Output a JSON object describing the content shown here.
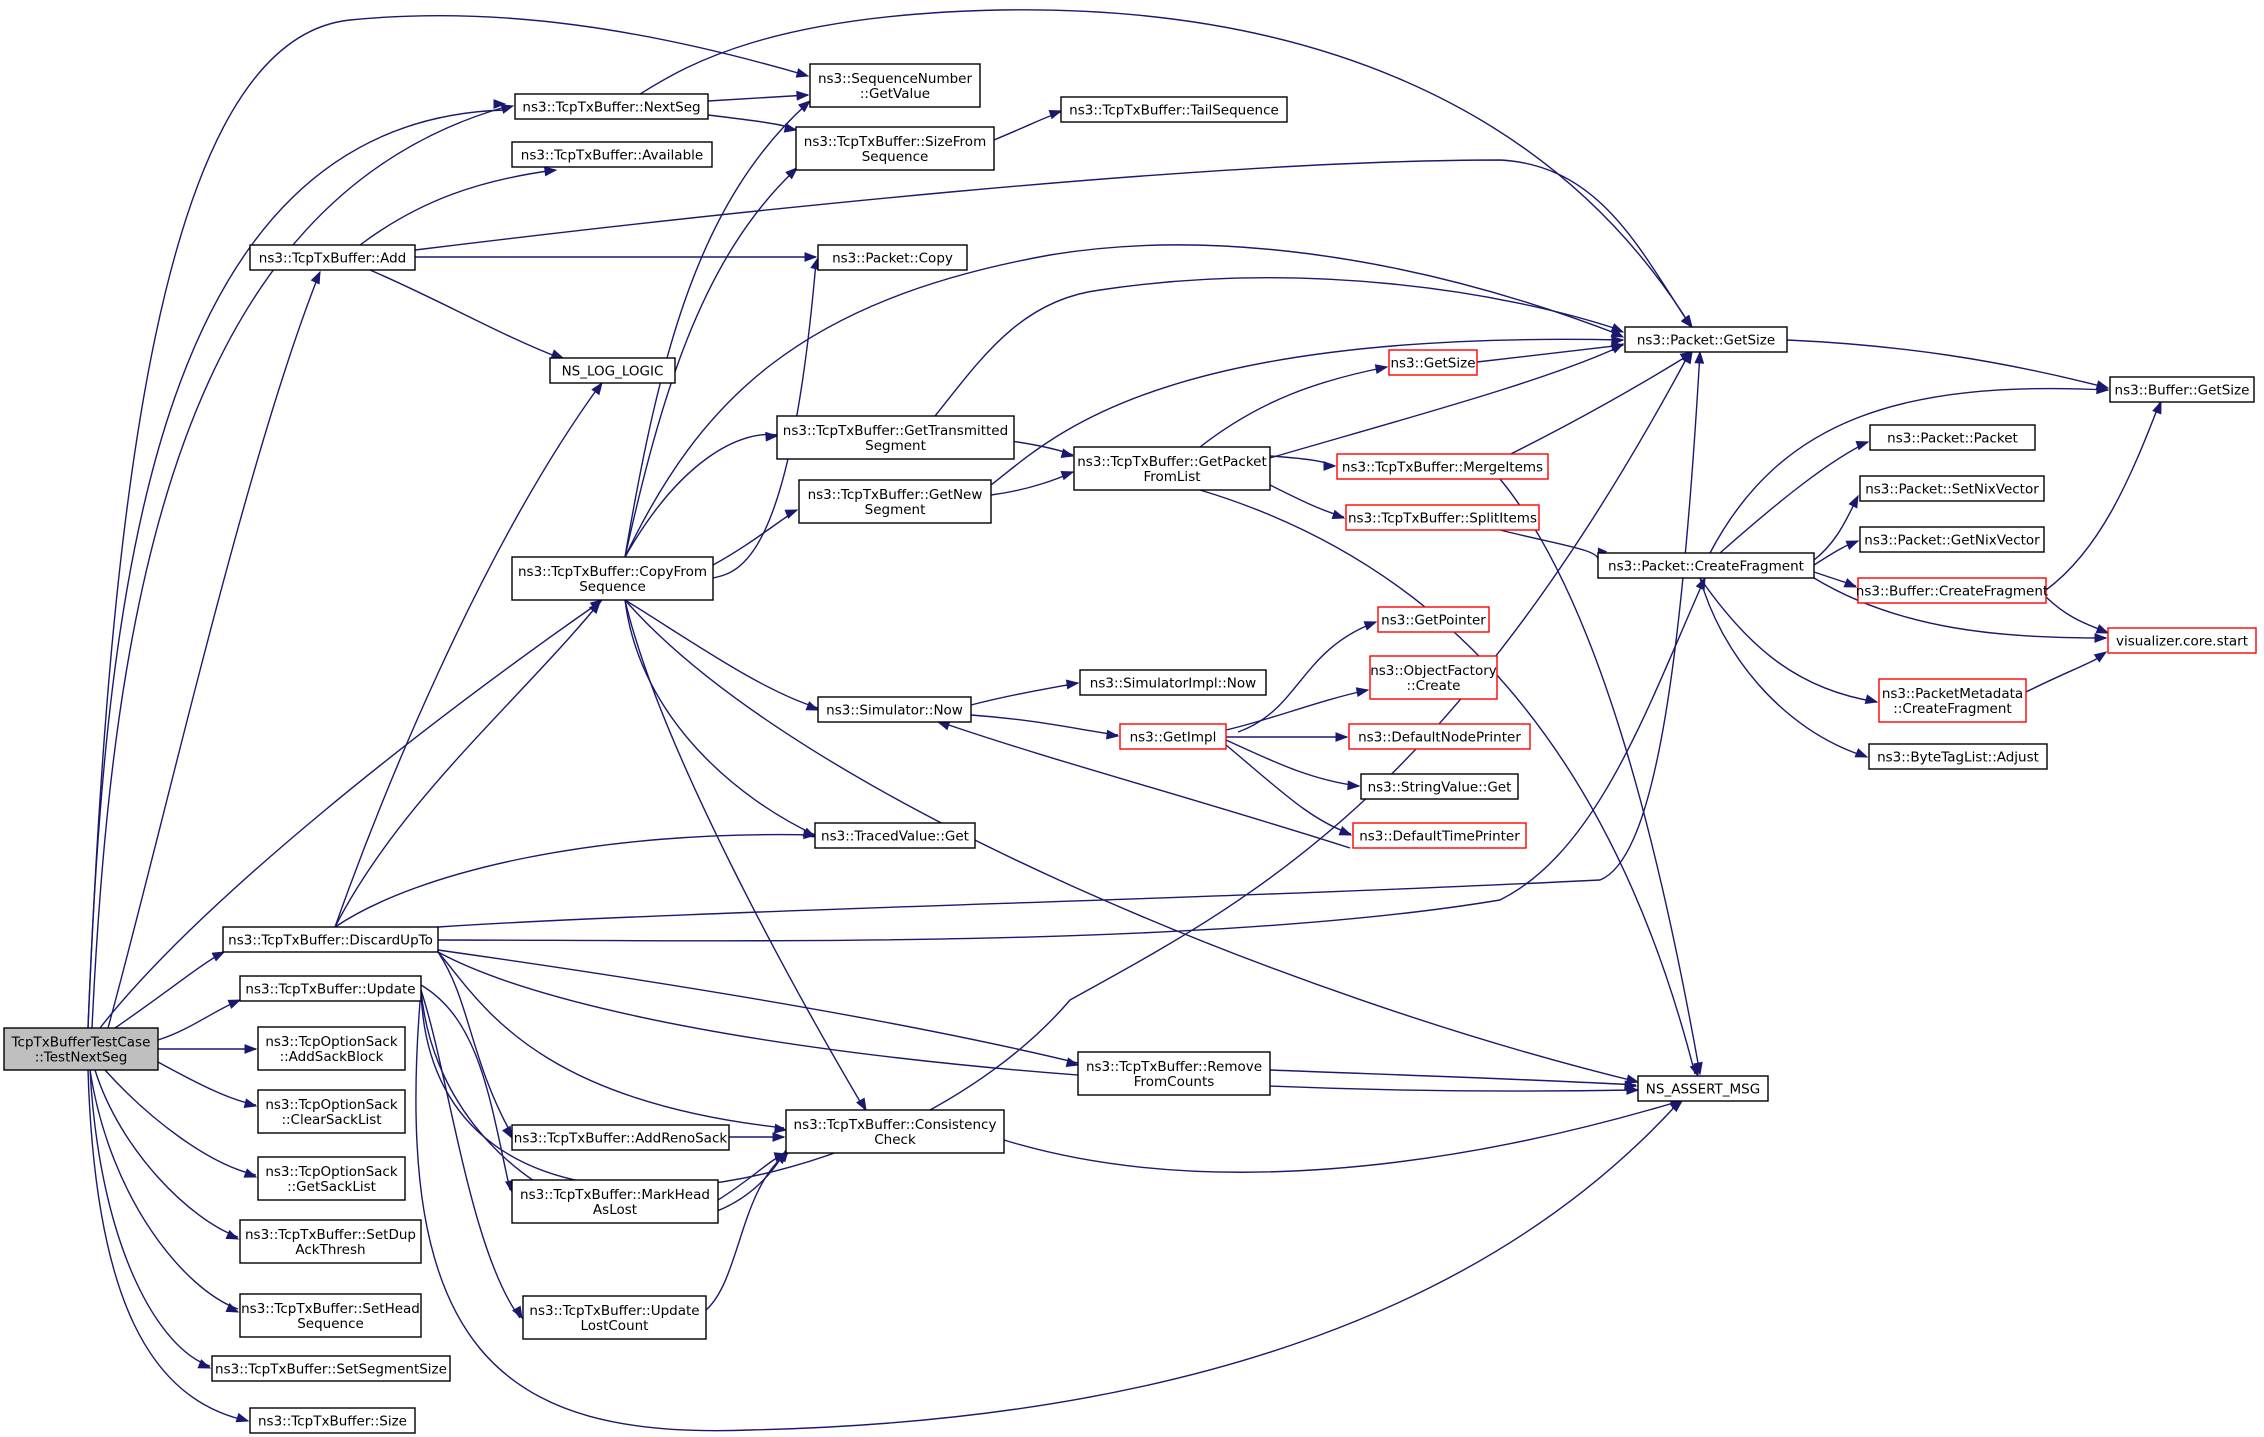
{
  "colors": {
    "edge": "#191970",
    "node_border": "#000000",
    "node_border_truncated": "#ff0000",
    "node_fill": "#ffffff",
    "root_fill": "#bfbfbf",
    "text": "#000000"
  },
  "nodes": [
    {
      "id": "root",
      "lines": [
        "TcpTxBufferTestCase",
        "::TestNextSeg"
      ],
      "root": true
    },
    {
      "id": "add",
      "lines": [
        "ns3::TcpTxBuffer::Add"
      ]
    },
    {
      "id": "nextseg",
      "lines": [
        "ns3::TcpTxBuffer::NextSeg"
      ]
    },
    {
      "id": "discard",
      "lines": [
        "ns3::TcpTxBuffer::DiscardUpTo"
      ]
    },
    {
      "id": "update",
      "lines": [
        "ns3::TcpTxBuffer::Update"
      ]
    },
    {
      "id": "addsackblock",
      "lines": [
        "ns3::TcpOptionSack",
        "::AddSackBlock"
      ]
    },
    {
      "id": "clearsack",
      "lines": [
        "ns3::TcpOptionSack",
        "::ClearSackList"
      ]
    },
    {
      "id": "getsack",
      "lines": [
        "ns3::TcpOptionSack",
        "::GetSackList"
      ]
    },
    {
      "id": "setdup",
      "lines": [
        "ns3::TcpTxBuffer::SetDup",
        "AckThresh"
      ]
    },
    {
      "id": "sethead",
      "lines": [
        "ns3::TcpTxBuffer::SetHead",
        "Sequence"
      ]
    },
    {
      "id": "setsegsize",
      "lines": [
        "ns3::TcpTxBuffer::SetSegmentSize"
      ]
    },
    {
      "id": "size",
      "lines": [
        "ns3::TcpTxBuffer::Size"
      ]
    },
    {
      "id": "available",
      "lines": [
        "ns3::TcpTxBuffer::Available"
      ]
    },
    {
      "id": "nslog",
      "lines": [
        "NS_LOG_LOGIC"
      ]
    },
    {
      "id": "copyfrom",
      "lines": [
        "ns3::TcpTxBuffer::CopyFrom",
        "Sequence"
      ]
    },
    {
      "id": "renosack",
      "lines": [
        "ns3::TcpTxBuffer::AddRenoSack"
      ]
    },
    {
      "id": "markhead",
      "lines": [
        "ns3::TcpTxBuffer::MarkHead",
        "AsLost"
      ]
    },
    {
      "id": "updatelost",
      "lines": [
        "ns3::TcpTxBuffer::Update",
        "LostCount"
      ]
    },
    {
      "id": "seqget",
      "lines": [
        "ns3::SequenceNumber",
        "::GetValue"
      ]
    },
    {
      "id": "sizefrom",
      "lines": [
        "ns3::TcpTxBuffer::SizeFrom",
        "Sequence"
      ]
    },
    {
      "id": "pktcopy",
      "lines": [
        "ns3::Packet::Copy"
      ]
    },
    {
      "id": "gettrans",
      "lines": [
        "ns3::TcpTxBuffer::GetTransmitted",
        "Segment"
      ]
    },
    {
      "id": "getnew",
      "lines": [
        "ns3::TcpTxBuffer::GetNew",
        "Segment"
      ]
    },
    {
      "id": "simnow",
      "lines": [
        "ns3::Simulator::Now"
      ]
    },
    {
      "id": "tracedget",
      "lines": [
        "ns3::TracedValue::Get"
      ]
    },
    {
      "id": "consist",
      "lines": [
        "ns3::TcpTxBuffer::Consistency",
        "Check"
      ]
    },
    {
      "id": "remove",
      "lines": [
        "ns3::TcpTxBuffer::Remove",
        "FromCounts"
      ]
    },
    {
      "id": "tailseq",
      "lines": [
        "ns3::TcpTxBuffer::TailSequence"
      ]
    },
    {
      "id": "getpacket",
      "lines": [
        "ns3::TcpTxBuffer::GetPacket",
        "FromList"
      ]
    },
    {
      "id": "simimplnow",
      "lines": [
        "ns3::SimulatorImpl::Now"
      ]
    },
    {
      "id": "getimpl",
      "lines": [
        "ns3::GetImpl"
      ],
      "truncated": true
    },
    {
      "id": "getsizefn",
      "lines": [
        "ns3::GetSize"
      ],
      "truncated": true
    },
    {
      "id": "merge",
      "lines": [
        "ns3::TcpTxBuffer::MergeItems"
      ],
      "truncated": true
    },
    {
      "id": "split",
      "lines": [
        "ns3::TcpTxBuffer::SplitItems"
      ],
      "truncated": true
    },
    {
      "id": "getpointer",
      "lines": [
        "ns3::GetPointer"
      ],
      "truncated": true
    },
    {
      "id": "objfactory",
      "lines": [
        "ns3::ObjectFactory",
        "::Create"
      ],
      "truncated": true
    },
    {
      "id": "defnode",
      "lines": [
        "ns3::DefaultNodePrinter"
      ],
      "truncated": true
    },
    {
      "id": "strget",
      "lines": [
        "ns3::StringValue::Get"
      ]
    },
    {
      "id": "deftime",
      "lines": [
        "ns3::DefaultTimePrinter"
      ],
      "truncated": true
    },
    {
      "id": "pktgetsize",
      "lines": [
        "ns3::Packet::GetSize"
      ]
    },
    {
      "id": "createfrag",
      "lines": [
        "ns3::Packet::CreateFragment"
      ]
    },
    {
      "id": "assert",
      "lines": [
        "NS_ASSERT_MSG"
      ]
    },
    {
      "id": "bufgetsize",
      "lines": [
        "ns3::Buffer::GetSize"
      ]
    },
    {
      "id": "pktpacket",
      "lines": [
        "ns3::Packet::Packet"
      ]
    },
    {
      "id": "setnix",
      "lines": [
        "ns3::Packet::SetNixVector"
      ]
    },
    {
      "id": "getnix",
      "lines": [
        "ns3::Packet::GetNixVector"
      ]
    },
    {
      "id": "bufcreatefrag",
      "lines": [
        "ns3::Buffer::CreateFragment"
      ],
      "truncated": true
    },
    {
      "id": "vizstart",
      "lines": [
        "visualizer.core.start"
      ],
      "truncated": true
    },
    {
      "id": "pktmeta",
      "lines": [
        "ns3::PacketMetadata",
        "::CreateFragment"
      ],
      "truncated": true
    },
    {
      "id": "bytetag",
      "lines": [
        "ns3::ByteTagList::Adjust"
      ]
    }
  ]
}
